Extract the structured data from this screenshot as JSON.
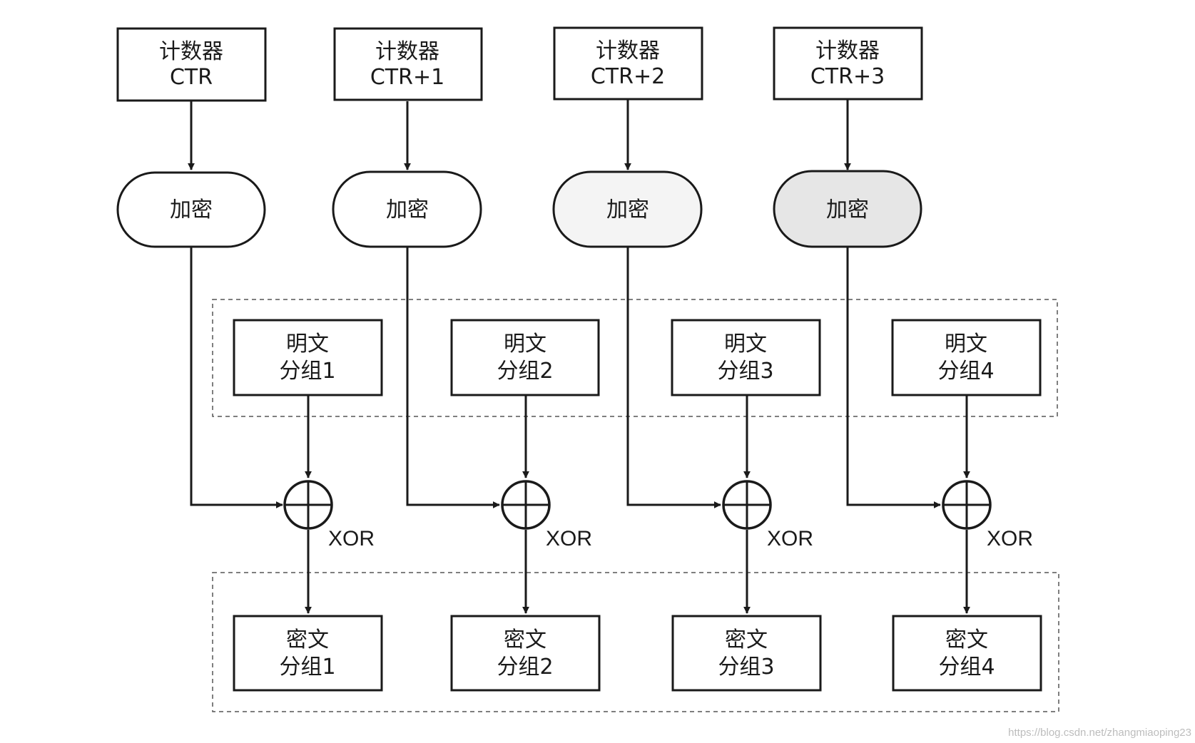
{
  "counters": [
    {
      "title": "计数器",
      "value": "CTR"
    },
    {
      "title": "计数器",
      "value": "CTR+1"
    },
    {
      "title": "计数器",
      "value": "CTR+2"
    },
    {
      "title": "计数器",
      "value": "CTR+3"
    }
  ],
  "encrypt_label": "加密",
  "plaintext": [
    {
      "line1": "明文",
      "line2": "分组1"
    },
    {
      "line1": "明文",
      "line2": "分组2"
    },
    {
      "line1": "明文",
      "line2": "分组3"
    },
    {
      "line1": "明文",
      "line2": "分组4"
    }
  ],
  "xor_label": "XOR",
  "ciphertext": [
    {
      "line1": "密文",
      "line2": "分组1"
    },
    {
      "line1": "密文",
      "line2": "分组2"
    },
    {
      "line1": "密文",
      "line2": "分组3"
    },
    {
      "line1": "密文",
      "line2": "分组4"
    }
  ],
  "encrypt_fills": [
    "#ffffff",
    "#ffffff",
    "#f4f4f4",
    "#e6e6e6"
  ],
  "watermark": "https://blog.csdn.net/zhangmiaoping23"
}
